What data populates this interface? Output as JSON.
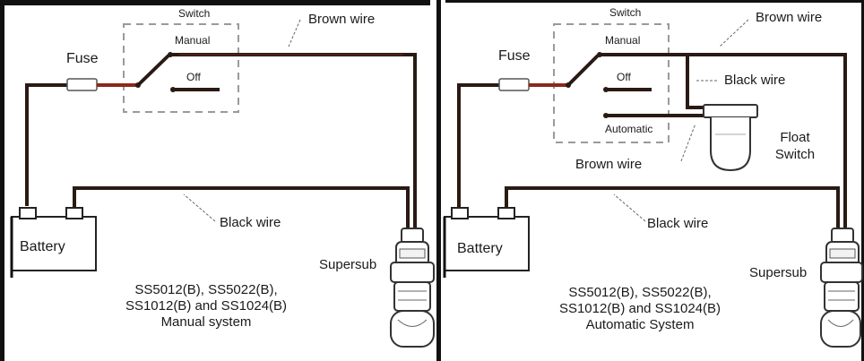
{
  "left": {
    "switch": "Switch",
    "manual": "Manual",
    "off": "Off",
    "fuse": "Fuse",
    "brown_wire": "Brown wire",
    "black_wire": "Black wire",
    "battery": "Battery",
    "supersub": "Supersub",
    "caption_1": "SS5012(B), SS5022(B),",
    "caption_2": "SS1012(B) and SS1024(B)",
    "caption_3": "Manual system"
  },
  "right": {
    "switch": "Switch",
    "manual": "Manual",
    "off": "Off",
    "automatic": "Automatic",
    "fuse": "Fuse",
    "brown_wire_top": "Brown wire",
    "black_wire_top": "Black wire",
    "brown_wire_low": "Brown wire",
    "black_wire": "Black wire",
    "float_switch_1": "Float",
    "float_switch_2": "Switch",
    "battery": "Battery",
    "supersub": "Supersub",
    "caption_1": "SS5012(B), SS5022(B),",
    "caption_2": "SS1012(B) and SS1024(B)",
    "caption_3": "Automatic System"
  },
  "colors": {
    "wire": "#2a1a14",
    "wire_highlight": "#b0402a",
    "dashed": "#9a9a9a",
    "frame": "#111111"
  }
}
